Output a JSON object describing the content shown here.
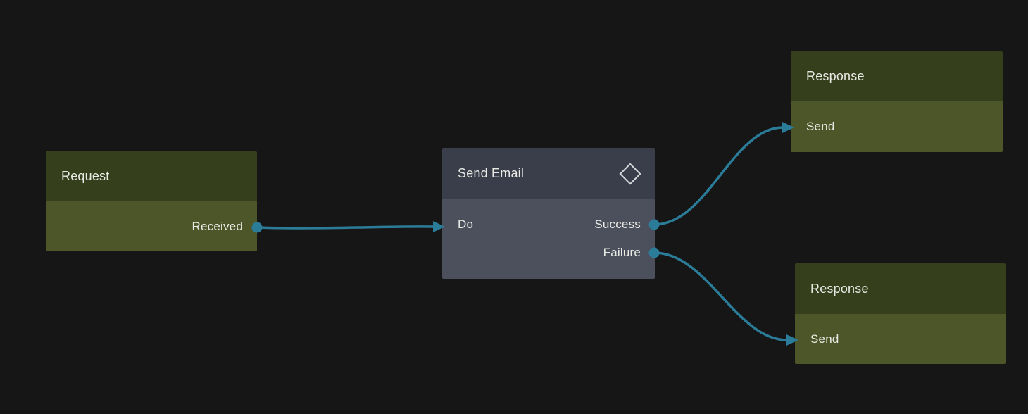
{
  "canvas": {
    "kind": "workflow-node-editor"
  },
  "colors": {
    "background": "#161616",
    "edge_accent": "#2b7c99",
    "trigger_node_header": "#353f1b",
    "trigger_node_body": "#4c5628",
    "action_node_header": "#3a3e4a",
    "action_node_body": "#4c505c",
    "text": "#e9eae5",
    "diamond_icon": "#d6d8dc"
  },
  "nodes": [
    {
      "id": "request",
      "title": "Request",
      "ports": {
        "inputs": [],
        "outputs": [
          "Received"
        ]
      }
    },
    {
      "id": "send_email",
      "title": "Send Email",
      "icon": "diamond-icon",
      "ports": {
        "inputs": [
          "Do"
        ],
        "outputs": [
          "Success",
          "Failure"
        ]
      }
    },
    {
      "id": "response_success",
      "title": "Response",
      "ports": {
        "inputs": [
          "Send"
        ],
        "outputs": []
      }
    },
    {
      "id": "response_failure",
      "title": "Response",
      "ports": {
        "inputs": [
          "Send"
        ],
        "outputs": []
      }
    }
  ],
  "edges": [
    {
      "from": "Request.Received",
      "to": "Send Email.Do"
    },
    {
      "from": "Send Email.Success",
      "to": "Response.Send (top)"
    },
    {
      "from": "Send Email.Failure",
      "to": "Response.Send (bottom)"
    }
  ]
}
